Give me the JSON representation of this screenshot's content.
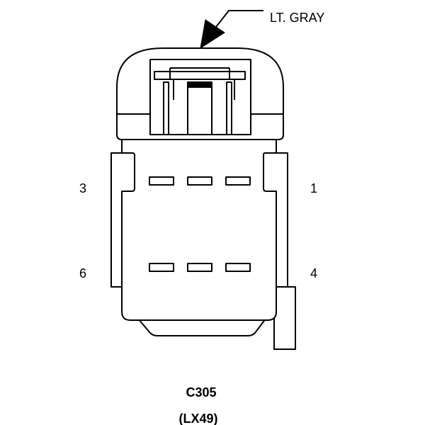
{
  "color_label": "LT. GRAY",
  "pins": {
    "p1": "1",
    "p3": "3",
    "p4": "4",
    "p6": "6"
  },
  "connector": {
    "id": "C305",
    "code": "(LX49)"
  }
}
